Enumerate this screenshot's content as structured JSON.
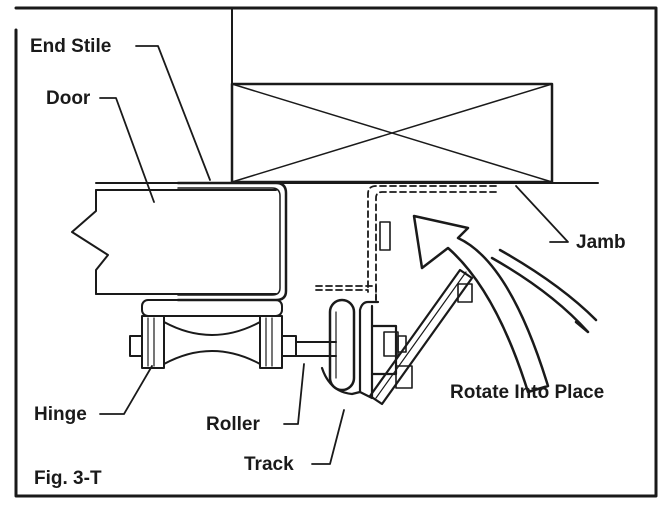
{
  "figure": {
    "caption": "Fig. 3-T",
    "labels": {
      "end_stile": "End Stile",
      "door": "Door",
      "jamb": "Jamb",
      "hinge": "Hinge",
      "roller": "Roller",
      "track": "Track",
      "rotate": "Rotate Into Place"
    }
  }
}
